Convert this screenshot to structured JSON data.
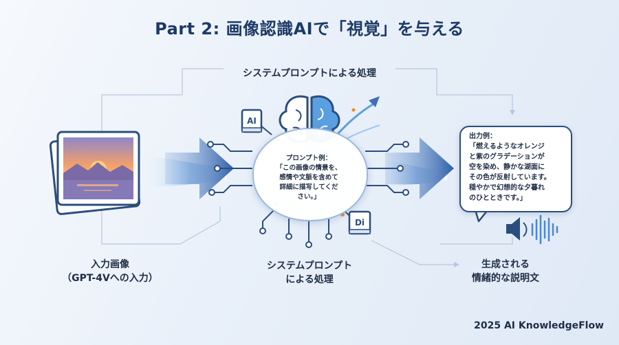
{
  "title": "Part 2: 画像認識AIで「視覚」を与える",
  "top_label": "システムプロンプトによる処理",
  "input_label": {
    "line1": "入力画像",
    "line2": "（GPT-4Vへの入力）"
  },
  "system_label": {
    "line1": "システムプロンプト",
    "line2": "による処理"
  },
  "output_label": {
    "line1": "生成される",
    "line2": "情緒的な説明文"
  },
  "prompt_example": {
    "heading": "プロンプト例：",
    "lines": [
      "「この画像の情景を、",
      "感情や文脈を含めて",
      "詳細に描写してくだ",
      "さい。」"
    ]
  },
  "output_example": {
    "heading": "出力例：",
    "lines": [
      "「燃えるようなオレンジ",
      "と紫のグラデーションが",
      "空を染め、静かな湖面に",
      "その色が反射しています。",
      "穏やかで幻想的な夕暮れ",
      "のひとときです。」"
    ]
  },
  "badges": {
    "ai": "AI",
    "di": "Di"
  },
  "footer": "2025 AI KnowledgeFlow",
  "colors": {
    "title": "#1c3a66",
    "arrow": "#3f6fb5",
    "accent_orange": "#f08a2c",
    "brain_left": "#2b4d7e",
    "brain_right": "#5aa0e0"
  }
}
